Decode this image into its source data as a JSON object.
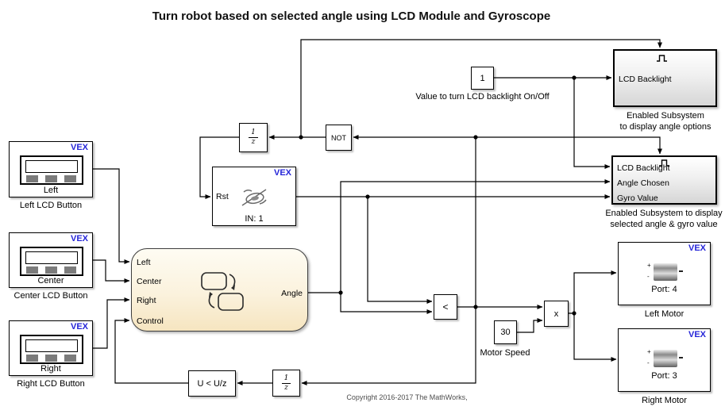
{
  "colors": {
    "vex_blue": "#2626d8",
    "wire": "#000000",
    "chart_fill_top": "#fefcf3",
    "chart_fill_bottom": "#f6e5c0"
  },
  "title": "Turn robot based on selected angle using LCD Module and Gyroscope",
  "copyright": "Copyright 2016-2017 The MathWorks,",
  "lcd_buttons": [
    {
      "brand": "VEX",
      "label": "Left",
      "caption": "Left LCD Button"
    },
    {
      "brand": "VEX",
      "label": "Center",
      "caption": "Center LCD Button"
    },
    {
      "brand": "VEX",
      "label": "Right",
      "caption": "Right LCD Button"
    }
  ],
  "chart": {
    "inputs": [
      "Left",
      "Center",
      "Right",
      "Control"
    ],
    "output": "Angle"
  },
  "gyro": {
    "brand": "VEX",
    "rst_label": "Rst",
    "port_label": "IN: 1"
  },
  "unit_delay": {
    "numerator": "1",
    "denominator": "z"
  },
  "not_block": {
    "label": "NOT"
  },
  "backlight_constant": {
    "value": "1",
    "caption": "Value to turn LCD backlight On/Off"
  },
  "subsystem_angle_options": {
    "ports": [
      "LCD Backlight"
    ],
    "caption_line1": "Enabled Subsystem",
    "caption_line2": "to display angle options"
  },
  "subsystem_gyro": {
    "ports": [
      "LCD Backlight",
      "Angle Chosen",
      "Gyro Value"
    ],
    "caption_line1": "Enabled Subsystem to display",
    "caption_line2": "selected angle & gyro value"
  },
  "relational": {
    "label": "<"
  },
  "motor_speed": {
    "value": "30",
    "caption": "Motor Speed"
  },
  "product": {
    "label": "x"
  },
  "motors": [
    {
      "brand": "VEX",
      "port": "Port: 4",
      "caption": "Left Motor"
    },
    {
      "brand": "VEX",
      "port": "Port: 3",
      "caption": "Right Motor"
    }
  ],
  "compare_delay": {
    "label": "U < U/z"
  }
}
